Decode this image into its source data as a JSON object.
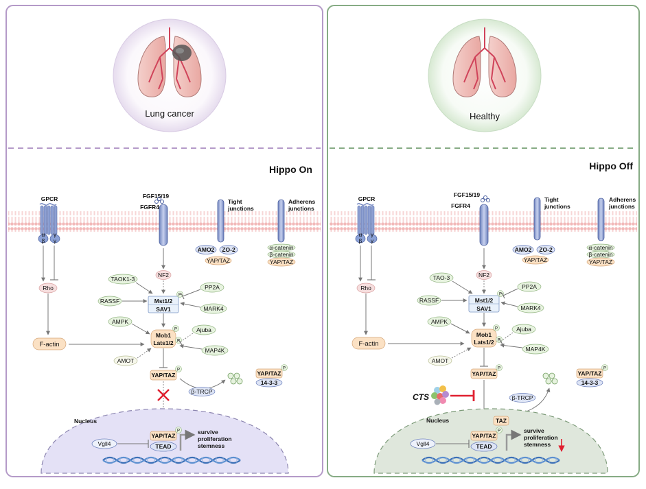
{
  "colors": {
    "left_border": "#b49ac8",
    "right_border": "#86ab84",
    "membrane": "#f3c3c3",
    "inhibit_red": "#e02030",
    "nucleus_left": "#e4e1f6",
    "nucleus_right": "#dfe7dc",
    "node_green": "#e7f3df",
    "node_pink": "#f6dede",
    "node_peach": "#fbe1c4"
  },
  "panels": [
    {
      "organ_label": "Lung cancer",
      "state_title": "Hippo On",
      "receptors": {
        "gpcr": "GPCR",
        "gamma": "γ",
        "alpha": "α",
        "beta": "β",
        "fgf": "FGF15/19",
        "fgfr": "FGFR4",
        "tight": "Tight",
        "tight2": "junctions",
        "adherens": "Adherens",
        "adherens2": "junctions"
      },
      "complexes": {
        "amo2": "AMO2",
        "zo2": "ZO-2",
        "yap_tj": "YAP/TAZ",
        "acat": "α-catenin",
        "bcat": "β-catenin",
        "yap_aj": "YAP/TAZ"
      },
      "nodes": {
        "rho": "Rho",
        "factin": "F-actin",
        "nf2": "NF2",
        "tao": "TAOK1-3",
        "rassf": "RASSF",
        "pp2a": "PP2A",
        "mst": "Mst1/2",
        "sav": "SAV1",
        "mark4": "MARK4",
        "ampk": "AMPK",
        "ajuba": "Ajuba",
        "mob": "Mob1",
        "lats": "Lats1/2",
        "map4k": "MAP4K",
        "amot": "AMOT",
        "yap": "YAP/TAZ",
        "p": "P",
        "btrcp": "β-TRCP",
        "yap1433": "YAP/TAZ",
        "p1433": "14-3-3"
      },
      "nucleus": {
        "label": "Nucleus",
        "vgll4": "Vgll4",
        "yap": "YAP/TAZ",
        "tead": "TEAD",
        "out1": "survive",
        "out2": "proliferation",
        "out3": "stemness"
      }
    },
    {
      "organ_label": "Healthy",
      "state_title": "Hippo Off",
      "receptors": {
        "gpcr": "GPCR",
        "gamma": "γ",
        "alpha": "α",
        "beta": "β",
        "fgf": "FGF15/19",
        "fgfr": "FGFR4",
        "tight": "Tight",
        "tight2": "junctions",
        "adherens": "Adherens",
        "adherens2": "junctions"
      },
      "complexes": {
        "amo2": "AMO2",
        "zo2": "ZO-2",
        "yap_tj": "YAP/TAZ",
        "acat": "α-catenin",
        "bcat": "β-catenin",
        "yap_aj": "YAP/TAZ"
      },
      "nodes": {
        "rho": "Rho",
        "factin": "F-actin",
        "nf2": "NF2",
        "tao": "TAO-3",
        "rassf": "RASSF",
        "pp2a": "PP2A",
        "mst": "Mst1/2",
        "sav": "SAV1",
        "mark4": "MARK4",
        "ampk": "AMPK",
        "ajuba": "Ajuba",
        "mob": "Mob1",
        "lats": "Lats1/2",
        "map4k": "MAP4K",
        "amot": "AMOT",
        "yap": "YAP/TAZ",
        "p": "P",
        "btrcp": "β-TRCP",
        "yap1433": "YAP/TAZ",
        "p1433": "14-3-3"
      },
      "nucleus": {
        "label": "Nucleus",
        "vgll4": "Vgll4",
        "yap": "YAP/TAZ",
        "tead": "TEAD",
        "out1": "survive",
        "out2": "proliferation",
        "out3": "stemness",
        "taz": "TAZ"
      },
      "drug": "CTS"
    }
  ]
}
